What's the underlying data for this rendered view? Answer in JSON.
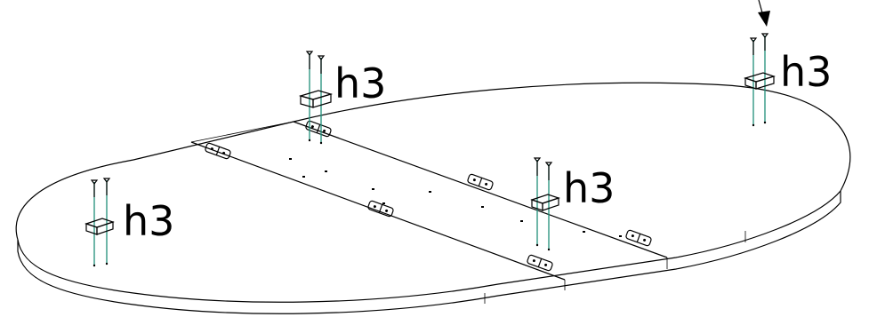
{
  "labels": {
    "h3_top_center": "h3",
    "h3_top_right": "h3",
    "h3_center_right": "h3",
    "h3_left": "h3"
  },
  "colors": {
    "line": "#000000",
    "guide": "#1f8f7a",
    "background": "#ffffff"
  },
  "icons": {
    "arrow": "down-arrow-icon",
    "hinge": "hinge-icon",
    "screw": "screw-icon",
    "block": "spacer-block-icon"
  }
}
